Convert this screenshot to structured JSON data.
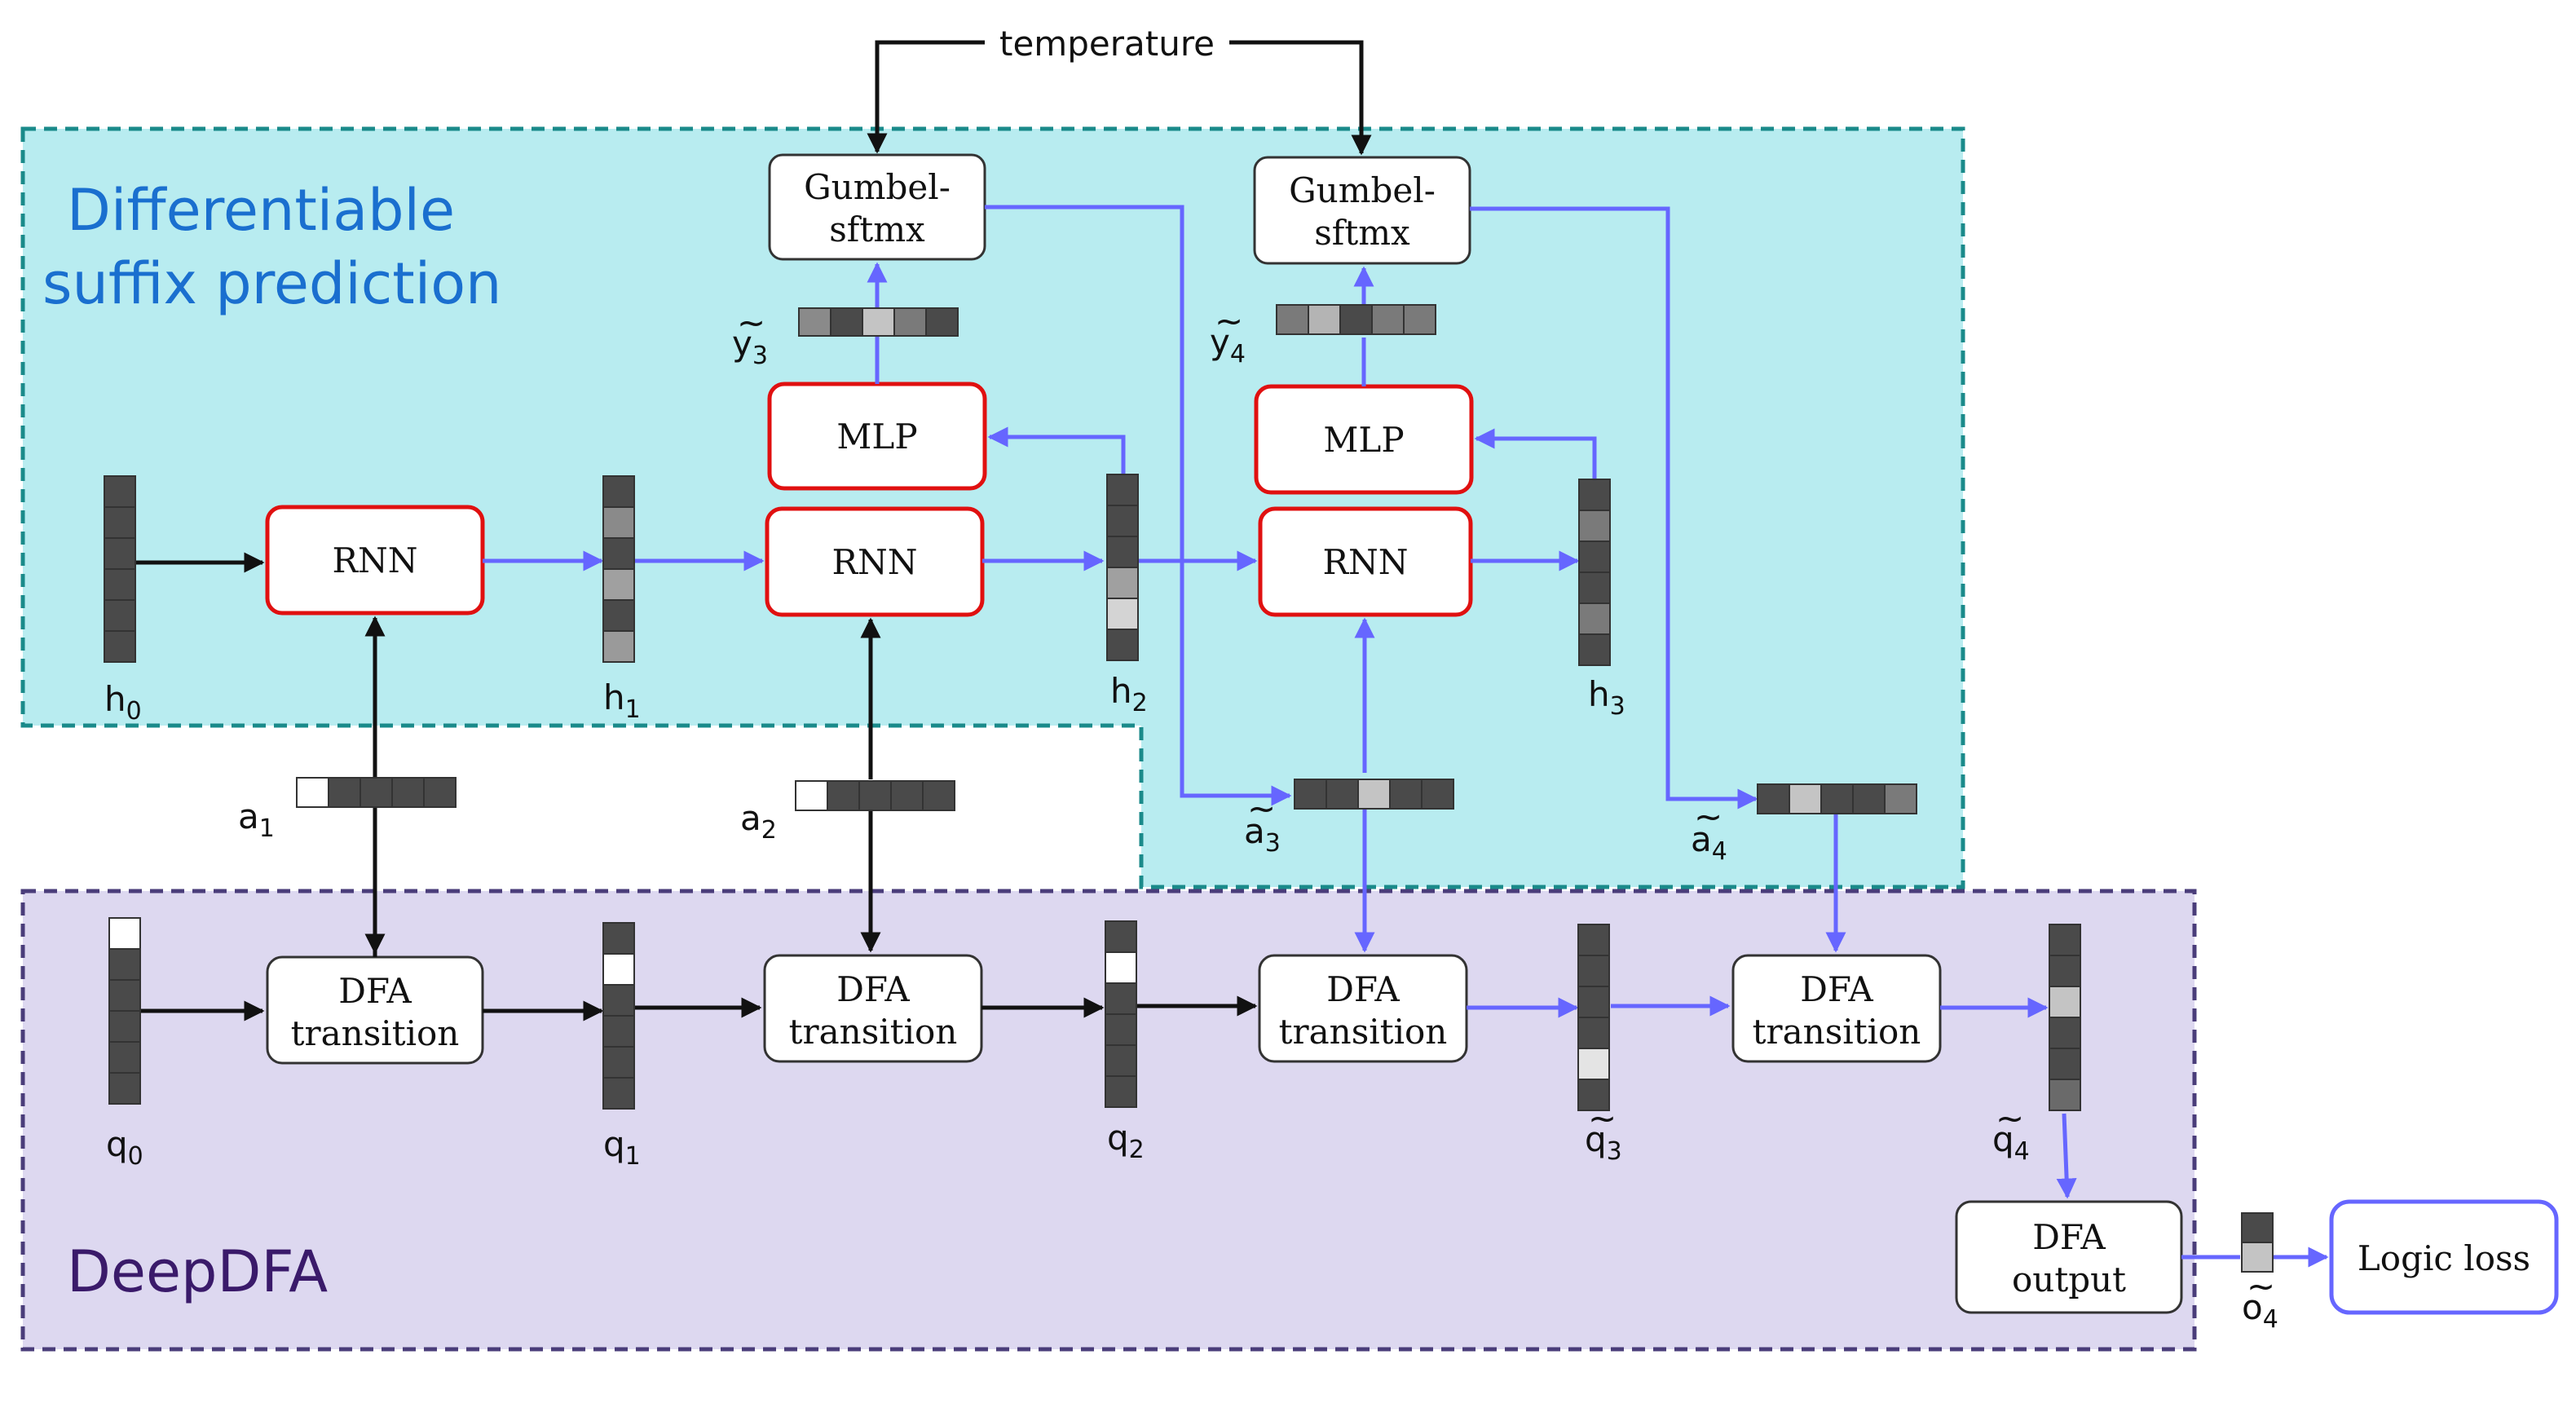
{
  "regions": {
    "suffix_title_line1": "Differentiable",
    "suffix_title_line2": "suffix prediction",
    "deepdfa_title": "DeepDFA"
  },
  "labels": {
    "temperature": "temperature",
    "gumbel_line1": "Gumbel-",
    "gumbel_line2": "sftmx",
    "mlp": "MLP",
    "rnn": "RNN",
    "dfa_line1": "DFA",
    "dfa_line2": "transition",
    "dfa_out_line1": "DFA",
    "dfa_out_line2": "output",
    "logic_loss": "Logic loss"
  },
  "vectors": {
    "h": [
      "h",
      "h",
      "h",
      "h"
    ],
    "h_sub": [
      "0",
      "1",
      "2",
      "3"
    ],
    "q": [
      "q",
      "q",
      "q",
      "q",
      "q"
    ],
    "q_sub": [
      "0",
      "1",
      "2",
      "3",
      "4"
    ],
    "a": [
      "a",
      "a",
      "a",
      "a"
    ],
    "a_sub": [
      "1",
      "2",
      "3",
      "4"
    ],
    "y": [
      "y",
      "y"
    ],
    "y_sub": [
      "3",
      "4"
    ],
    "o": "o",
    "o_sub": "4",
    "tilde": "~"
  },
  "colors": {
    "cyan_region": "#b8ecf0",
    "cyan_border": "#1a8a8a",
    "purple_region": "#ddd8f0",
    "purple_border": "#4a3d7a",
    "suffix_title": "#1a6fcf",
    "deepdfa_title": "#3a1a6a",
    "blue_arrow": "#6666ff",
    "red_box": "#e01010"
  }
}
